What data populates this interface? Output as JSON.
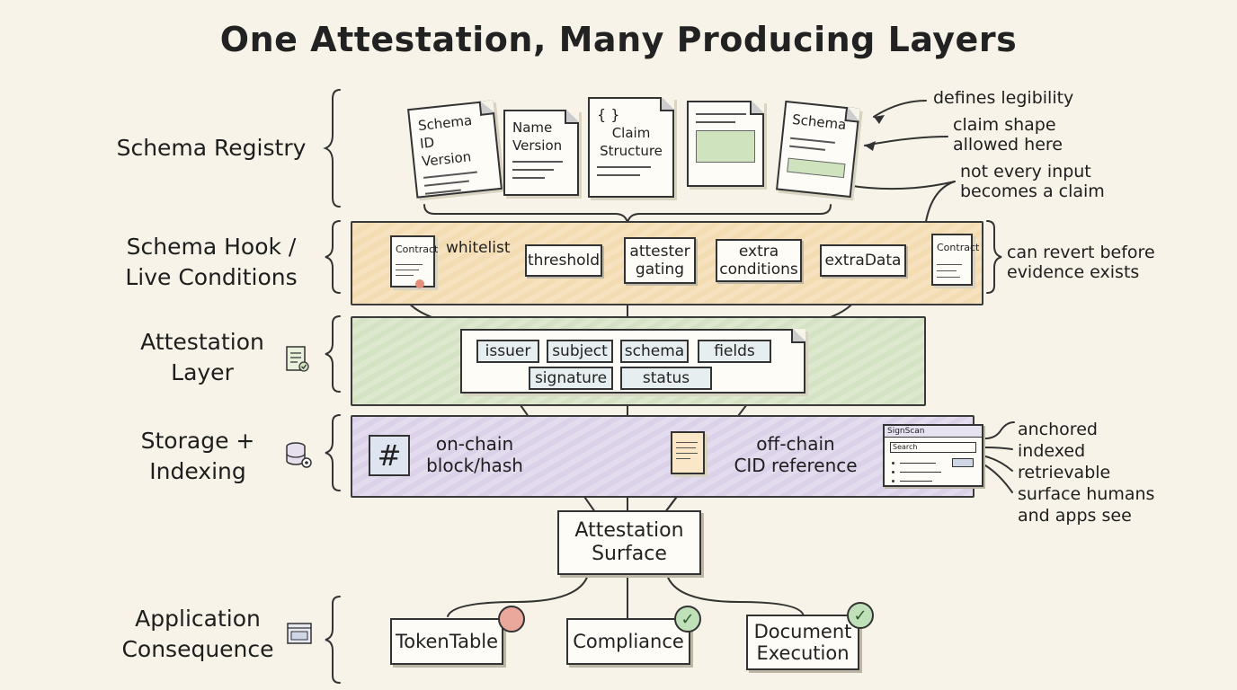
{
  "title": "One Attestation, Many Producing Layers",
  "layers": {
    "schema_registry": "Schema Registry",
    "schema_hook_line1": "Schema Hook /",
    "schema_hook_line2": "Live Conditions",
    "attestation_line1": "Attestation",
    "attestation_line2": "Layer",
    "storage_line1": "Storage +",
    "storage_line2": "Indexing",
    "application_line1": "Application",
    "application_line2": "Consequence"
  },
  "schema_docs": [
    {
      "line1": "Schema ID",
      "line2": "Version"
    },
    {
      "line1": "Name",
      "line2": "Version"
    },
    {
      "braces": "{ }",
      "line1": "Claim",
      "line2": "Structure"
    },
    {
      "line1": "",
      "line2": ""
    },
    {
      "line1": "Schema",
      "line2": ""
    }
  ],
  "registry_notes": {
    "defines": "defines legibility",
    "claim_shape_1": "claim shape",
    "claim_shape_2": "allowed here",
    "not_every_1": "not every input",
    "not_every_2": "becomes a claim"
  },
  "hook": {
    "contract_left": "Contract",
    "whitelist": "whitelist",
    "threshold": "threshold",
    "attester_1": "attester",
    "attester_2": "gating",
    "extra_1": "extra",
    "extra_2": "conditions",
    "extradata": "extraData",
    "contract_right": "Contract",
    "revert_1": "can revert before",
    "revert_2": "evidence exists"
  },
  "attestation_fields": {
    "issuer": "issuer",
    "subject": "subject",
    "schema": "schema",
    "fields": "fields",
    "signature": "signature",
    "status": "status"
  },
  "storage": {
    "hash_symbol": "#",
    "onchain_1": "on-chain",
    "onchain_2": "block/hash",
    "offchain_1": "off-chain",
    "offchain_2": "CID reference",
    "signscan_title": "SignScan",
    "signscan_search": "Search"
  },
  "surface_notes": {
    "anchored": "anchored",
    "indexed": "indexed",
    "retrievable": "retrievable",
    "surface_1": "surface humans",
    "surface_2": "and apps see"
  },
  "surface": {
    "line1": "Attestation",
    "line2": "Surface"
  },
  "apps": {
    "tokentable": "TokenTable",
    "compliance": "Compliance",
    "document_1": "Document",
    "document_2": "Execution",
    "check": "✓"
  },
  "colors": {
    "hook_band": "#f6e2bf",
    "attestation_band": "#dde8cf",
    "storage_band": "#e3dcee",
    "field_fill": "#e7eef0",
    "badge_red": "#eaa79c",
    "badge_green": "#bfe0b8"
  }
}
